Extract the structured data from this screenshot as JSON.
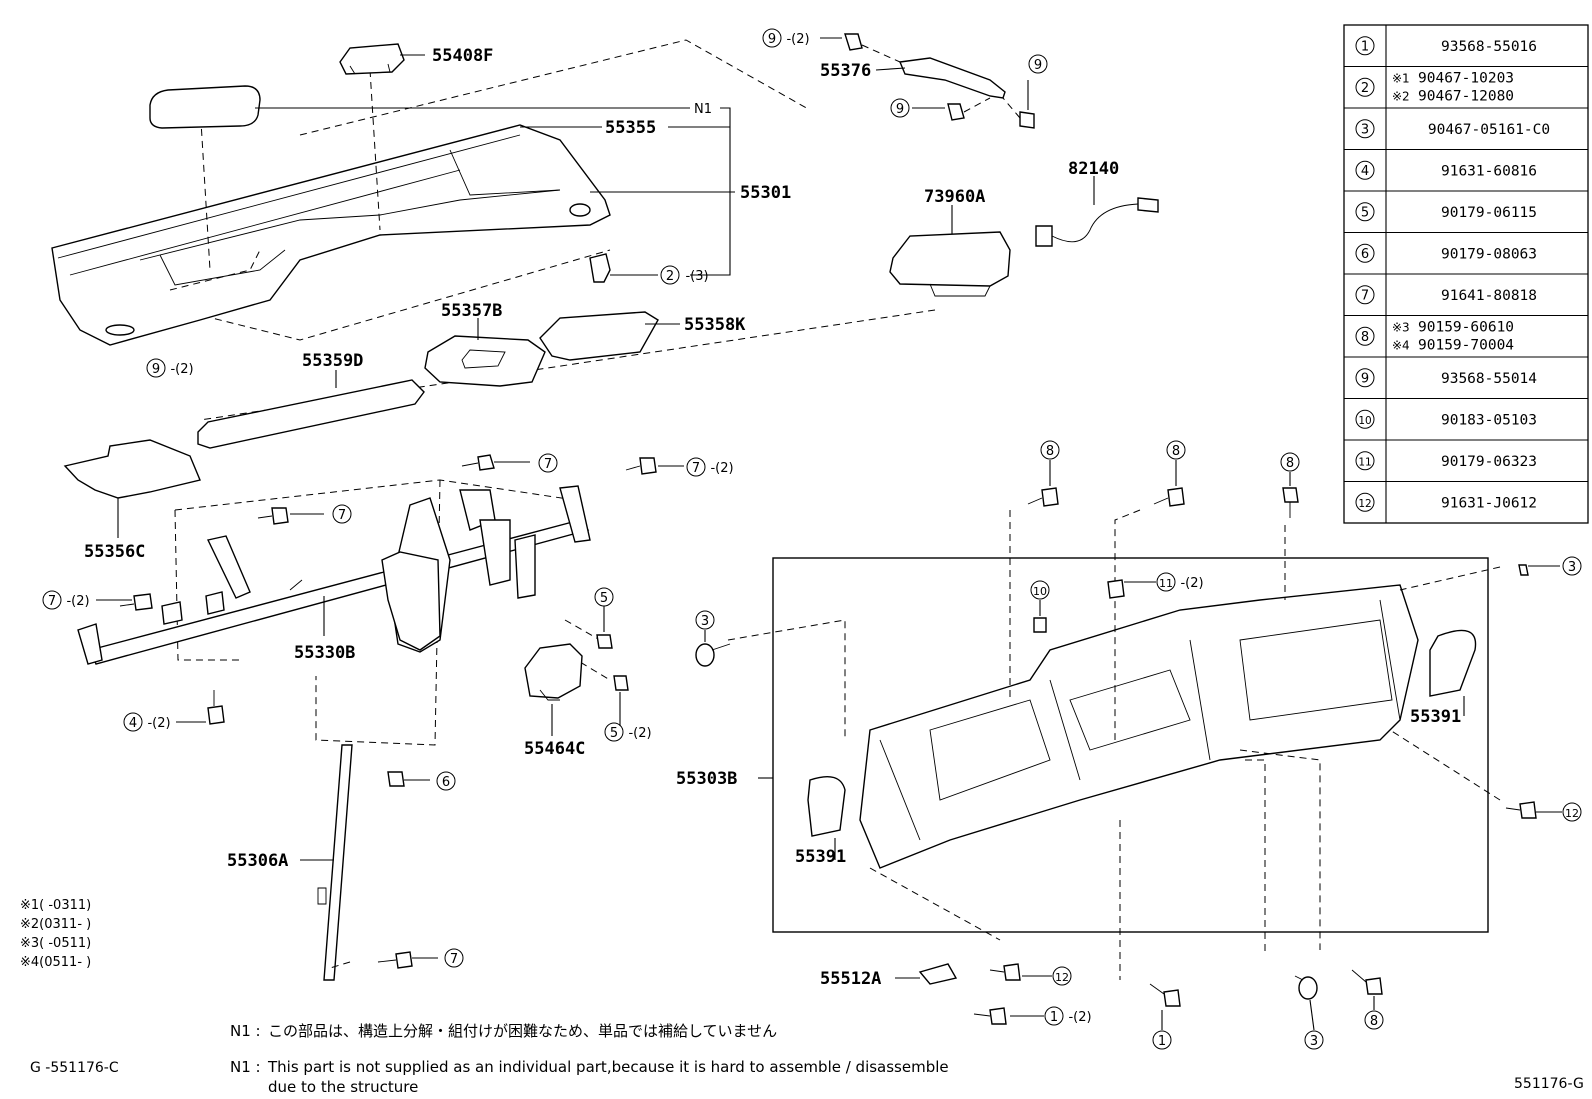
{
  "parts": {
    "p55408F": "55408F",
    "p55355": "55355",
    "p55301": "55301",
    "pN1": "N1",
    "p55376": "55376",
    "p82140": "82140",
    "p73960A": "73960A",
    "p55357B": "55357B",
    "p55358K": "55358K",
    "p55359D": "55359D",
    "p55356C": "55356C",
    "p55330B": "55330B",
    "p55464C": "55464C",
    "p55303B": "55303B",
    "p55306A": "55306A",
    "p55391a": "55391",
    "p55391b": "55391",
    "p55512A": "55512A"
  },
  "callouts": {
    "c1": "9",
    "c1q": "-(2)",
    "c2": "9",
    "c3": "9",
    "c4": "2",
    "c4q": "-(3)",
    "c5": "9",
    "c5q": "-(2)",
    "c6": "7",
    "c7": "7",
    "c7q": "-(2)",
    "c8": "7",
    "c9": "7",
    "c9q": "-(2)",
    "c10": "4",
    "c10q": "-(2)",
    "c11": "5",
    "c12": "5",
    "c12q": "-(2)",
    "c13": "6",
    "c14": "7",
    "c15": "3",
    "c16": "8",
    "c17": "8",
    "c18": "8",
    "c19": "10",
    "c20": "11",
    "c20q": "-(2)",
    "c21": "3",
    "c22": "12",
    "c23": "12",
    "c24": "1",
    "c24q": "-(2)",
    "c25": "1",
    "c26": "3",
    "c27": "8"
  },
  "table": {
    "rows": [
      {
        "n": "1",
        "a": "93568-55016"
      },
      {
        "n": "2",
        "m1": "※1",
        "a": "90467-10203",
        "m2": "※2",
        "b": "90467-12080"
      },
      {
        "n": "3",
        "a": "90467-05161-C0"
      },
      {
        "n": "4",
        "a": "91631-60816"
      },
      {
        "n": "5",
        "a": "90179-06115"
      },
      {
        "n": "6",
        "a": "90179-08063"
      },
      {
        "n": "7",
        "a": "91641-80818"
      },
      {
        "n": "8",
        "m1": "※3",
        "a": "90159-60610",
        "m2": "※4",
        "b": "90159-70004"
      },
      {
        "n": "9",
        "a": "93568-55014"
      },
      {
        "n": "10",
        "a": "90183-05103"
      },
      {
        "n": "11",
        "a": "90179-06323"
      },
      {
        "n": "12",
        "a": "91631-J0612"
      }
    ]
  },
  "footnotes": [
    "※1(     -0311)",
    "※2(0311-     )",
    "※3(     -0511)",
    "※4(0511-     )"
  ],
  "notes": {
    "n1_label": "N1 :",
    "n1_jp": "この部品は、構造上分解・組付けが困難なため、単品では補給していません",
    "n2_label": "N1 :",
    "n2_en_line1": "This part is not supplied as an individual part,because it is hard to assemble / disassemble",
    "n2_en_line2": "due to the structure"
  },
  "codes": {
    "left": "G -551176-C",
    "right": "551176-G"
  }
}
